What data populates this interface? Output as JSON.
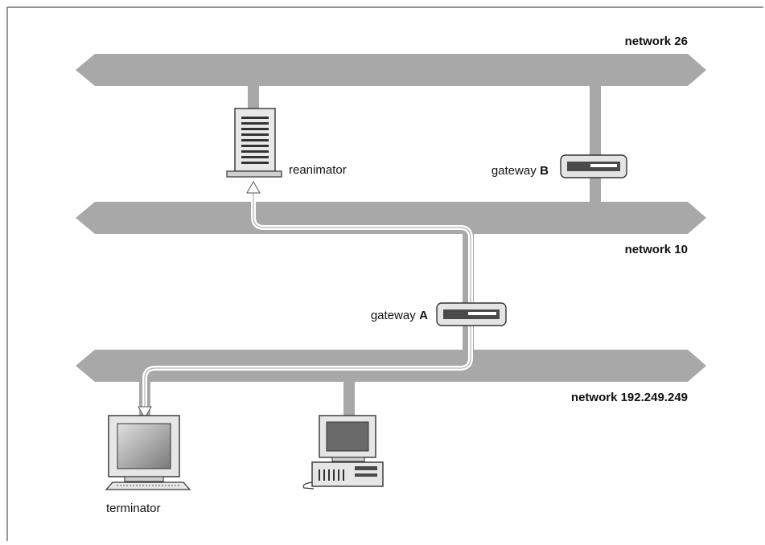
{
  "networks": {
    "top": {
      "label": "network 26"
    },
    "middle": {
      "label": "network 10"
    },
    "bottom": {
      "label": "network 192.249.249"
    }
  },
  "hosts": {
    "server": {
      "label": "reanimator"
    },
    "terminal": {
      "label": "terminator"
    }
  },
  "gateways": {
    "a": {
      "prefix": "gateway",
      "letter": "A"
    },
    "b": {
      "prefix": "gateway",
      "letter": "B"
    }
  },
  "colors": {
    "network_bus": "#a8a8a8",
    "device_light": "#e4e4e4",
    "device_dark": "#4a4a4a",
    "border": "#333333",
    "route_path": "#ffffff"
  }
}
